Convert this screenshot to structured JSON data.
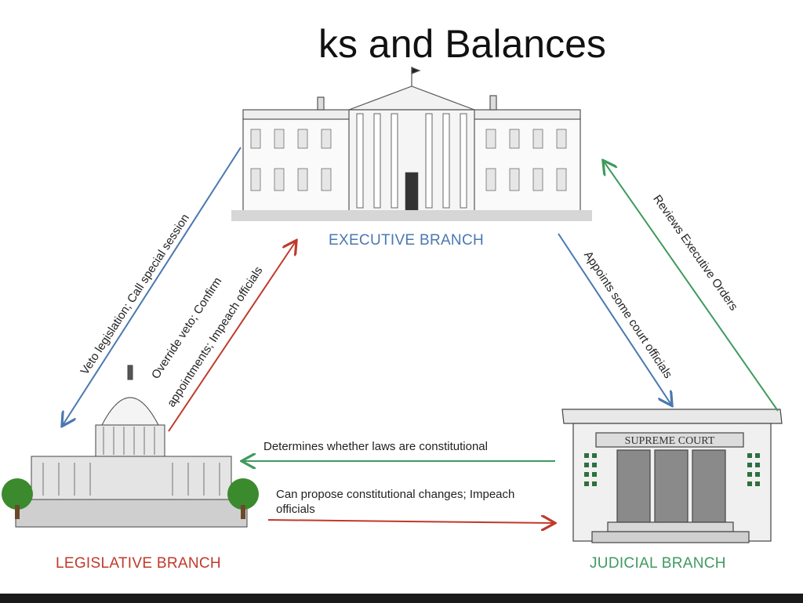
{
  "title": "ks and Balances",
  "branches": {
    "executive": "EXECUTIVE BRANCH",
    "legislative": "LEGISLATIVE BRANCH",
    "judicial": "JUDICIAL BRANCH"
  },
  "checks": {
    "exec_to_leg": "Veto legislation; Call special session",
    "leg_to_exec_line1": "Override veto; Confirm",
    "leg_to_exec_line2": "appointments; Impeach officials",
    "exec_to_jud": "Appoints some court officials",
    "jud_to_exec": "Reviews Executive Orders",
    "jud_to_leg": "Determines whether laws are constitutional",
    "leg_to_jud_line1": "Can propose constitutional changes; Impeach",
    "leg_to_jud_line2": "officials"
  },
  "court_sign": "SUPREME COURT",
  "colors": {
    "executive": "#4a78b0",
    "legislative": "#c0392b",
    "judicial": "#3f9a5e"
  }
}
